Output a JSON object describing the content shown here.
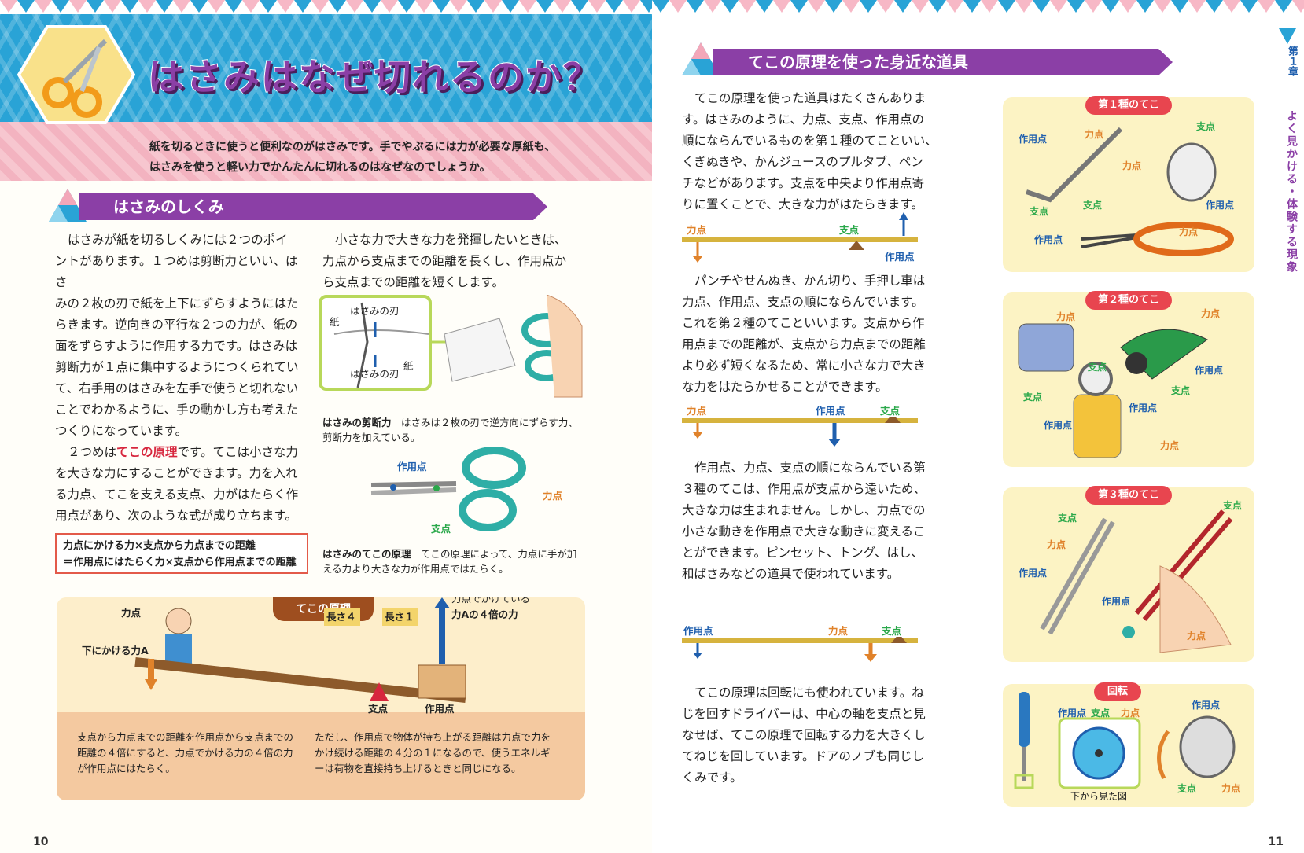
{
  "left_page": {
    "title": "はさみはなぜ切れるのか？",
    "intro": [
      "紙を切るときに使うと便利なのがはさみです。手でやぶるには力が必要な厚紙も、",
      "はさみを使うと軽い力でかんたんに切れるのはなぜなのでしょうか。"
    ],
    "section_title": "はさみのしくみ",
    "col1": [
      "はさみが紙を切るしくみには２つのポイ",
      "ントがあります。１つめは剪断力といい、はさ",
      "みの２枚の刃で紙を上下にずらすようにはた",
      "らきます。逆向きの平行な２つの力が、紙の",
      "面をずらすように作用する力です。はさみは",
      "剪断力が１点に集中するようにつくられてい",
      "て、右手用のはさみを左手で使うと切れない",
      "ことでわかるように、手の動かし方も考えた",
      "つくりになっています。"
    ],
    "col1b_pre": "２つめは",
    "col1b_hl": "てこの原理",
    "col1b_post": "です。てこは小さな力",
    "col1b": [
      "を大きな力にすることができます。力を入れ",
      "る力点、てこを支える支点、力がはたらく作",
      "用点があり、次のような式が成り立ちます。"
    ],
    "formula_1": "力点にかける力×支点から力点までの距離",
    "formula_2": "＝作用点にはたらく力×支点から作用点までの距離",
    "col2": [
      "小さな力で大きな力を発揮したいときは、",
      "力点から支点までの距離を長くし、作用点か",
      "ら支点までの距離を短くします。"
    ],
    "fig1_label_top": "はさみの刃",
    "fig1_label_bottom": "はさみの刃",
    "fig1_paper_left": "紙",
    "fig1_paper_right": "紙",
    "caption1_bold": "はさみの剪断力",
    "caption1": "はさみは２枚の刃で逆方向にずらす力、剪断力を加えている。",
    "fig2_sayou": "作用点",
    "fig2_riki": "力点",
    "fig2_shiten": "支点",
    "caption2_bold": "はさみのてこの原理",
    "caption2": "てこの原理によって、力点に手が加える力より大きな力が作用点ではたらく。",
    "lever": {
      "tag": "てこの原理",
      "rikiten": "力点",
      "down_force": "下にかける力A",
      "length4": "長さ４",
      "length1": "長さ１",
      "up_note_1": "力点でかけている",
      "up_note_2": "力Aの４倍の力",
      "shiten": "支点",
      "sayouten": "作用点",
      "note_left": "支点から力点までの距離を作用点から支点までの距離の４倍にすると、力点でかける力の４倍の力が作用点にはたらく。",
      "note_right": "ただし、作用点で物体が持ち上がる距離は力点で力をかけ続ける距離の４分の１になるので、使うエネルギーは荷物を直接持ち上げるときと同じになる。"
    },
    "page_number": "10"
  },
  "right_page": {
    "section_title": "てこの原理を使った身近な道具",
    "sidebar_chapter": "第１章",
    "sidebar_text": "よく見かける・体験する現象",
    "p1": [
      "てこの原理を使った道具はたくさんありま",
      "す。はさみのように、力点、支点、作用点の",
      "順にならんでいるものを第１種のてこといい、",
      "くぎぬきや、かんジュースのプルタブ、ペン",
      "チなどがあります。支点を中央より作用点寄",
      "りに置くことで、大きな力がはたらきます。"
    ],
    "p2": [
      "パンチやせんぬき、かん切り、手押し車は",
      "力点、作用点、支点の順にならんでいます。",
      "これを第２種のてこといいます。支点から作",
      "用点までの距離が、支点から力点までの距離",
      "より必ず短くなるため、常に小さな力で大き",
      "な力をはたらかせることができます。"
    ],
    "p3": [
      "作用点、力点、支点の順にならんでいる第",
      "３種のてこは、作用点が支点から遠いため、",
      "大きな力は生まれません。しかし、力点での",
      "小さな動きを作用点で大きな動きに変えるこ",
      "とができます。ピンセット、トング、はし、",
      "和ばさみなどの道具で使われています。"
    ],
    "p4": [
      "てこの原理は回転にも使われています。ね",
      "じを回すドライバーは、中心の軸を支点と見",
      "なせば、てこの原理で回転する力を大きくし",
      "てねじを回しています。ドアのノブも同じし",
      "くみです。"
    ],
    "beam1": [
      "力点",
      "支点",
      "作用点"
    ],
    "beam2": [
      "力点",
      "作用点",
      "支点"
    ],
    "beam3": [
      "作用点",
      "力点",
      "支点"
    ],
    "card1": {
      "tag": "第１種のてこ",
      "labels": [
        "作用点",
        "力点",
        "力点",
        "支点",
        "支点",
        "支点",
        "作用点",
        "作用点",
        "力点"
      ]
    },
    "card2": {
      "tag": "第２種のてこ",
      "labels": [
        "力点",
        "力点",
        "支点",
        "支点",
        "作用点",
        "支点",
        "作用点",
        "作用点",
        "力点"
      ]
    },
    "card3": {
      "tag": "第３種のてこ",
      "labels": [
        "支点",
        "支点",
        "力点",
        "作用点",
        "作用点",
        "力点"
      ]
    },
    "card4": {
      "tag": "回転",
      "labels": [
        "作用点",
        "支点",
        "力点",
        "作用点",
        "支点",
        "力点"
      ],
      "caption": "下から見た図"
    },
    "page_number": "11"
  },
  "colors": {
    "purple": "#8b3fa6",
    "blue": "#29a3d6",
    "pink": "#f7c6cf",
    "orange": "#e0822a",
    "green": "#2aa84a",
    "navy": "#1f5fae",
    "red": "#d7263d",
    "card": "#fcf3c4"
  }
}
